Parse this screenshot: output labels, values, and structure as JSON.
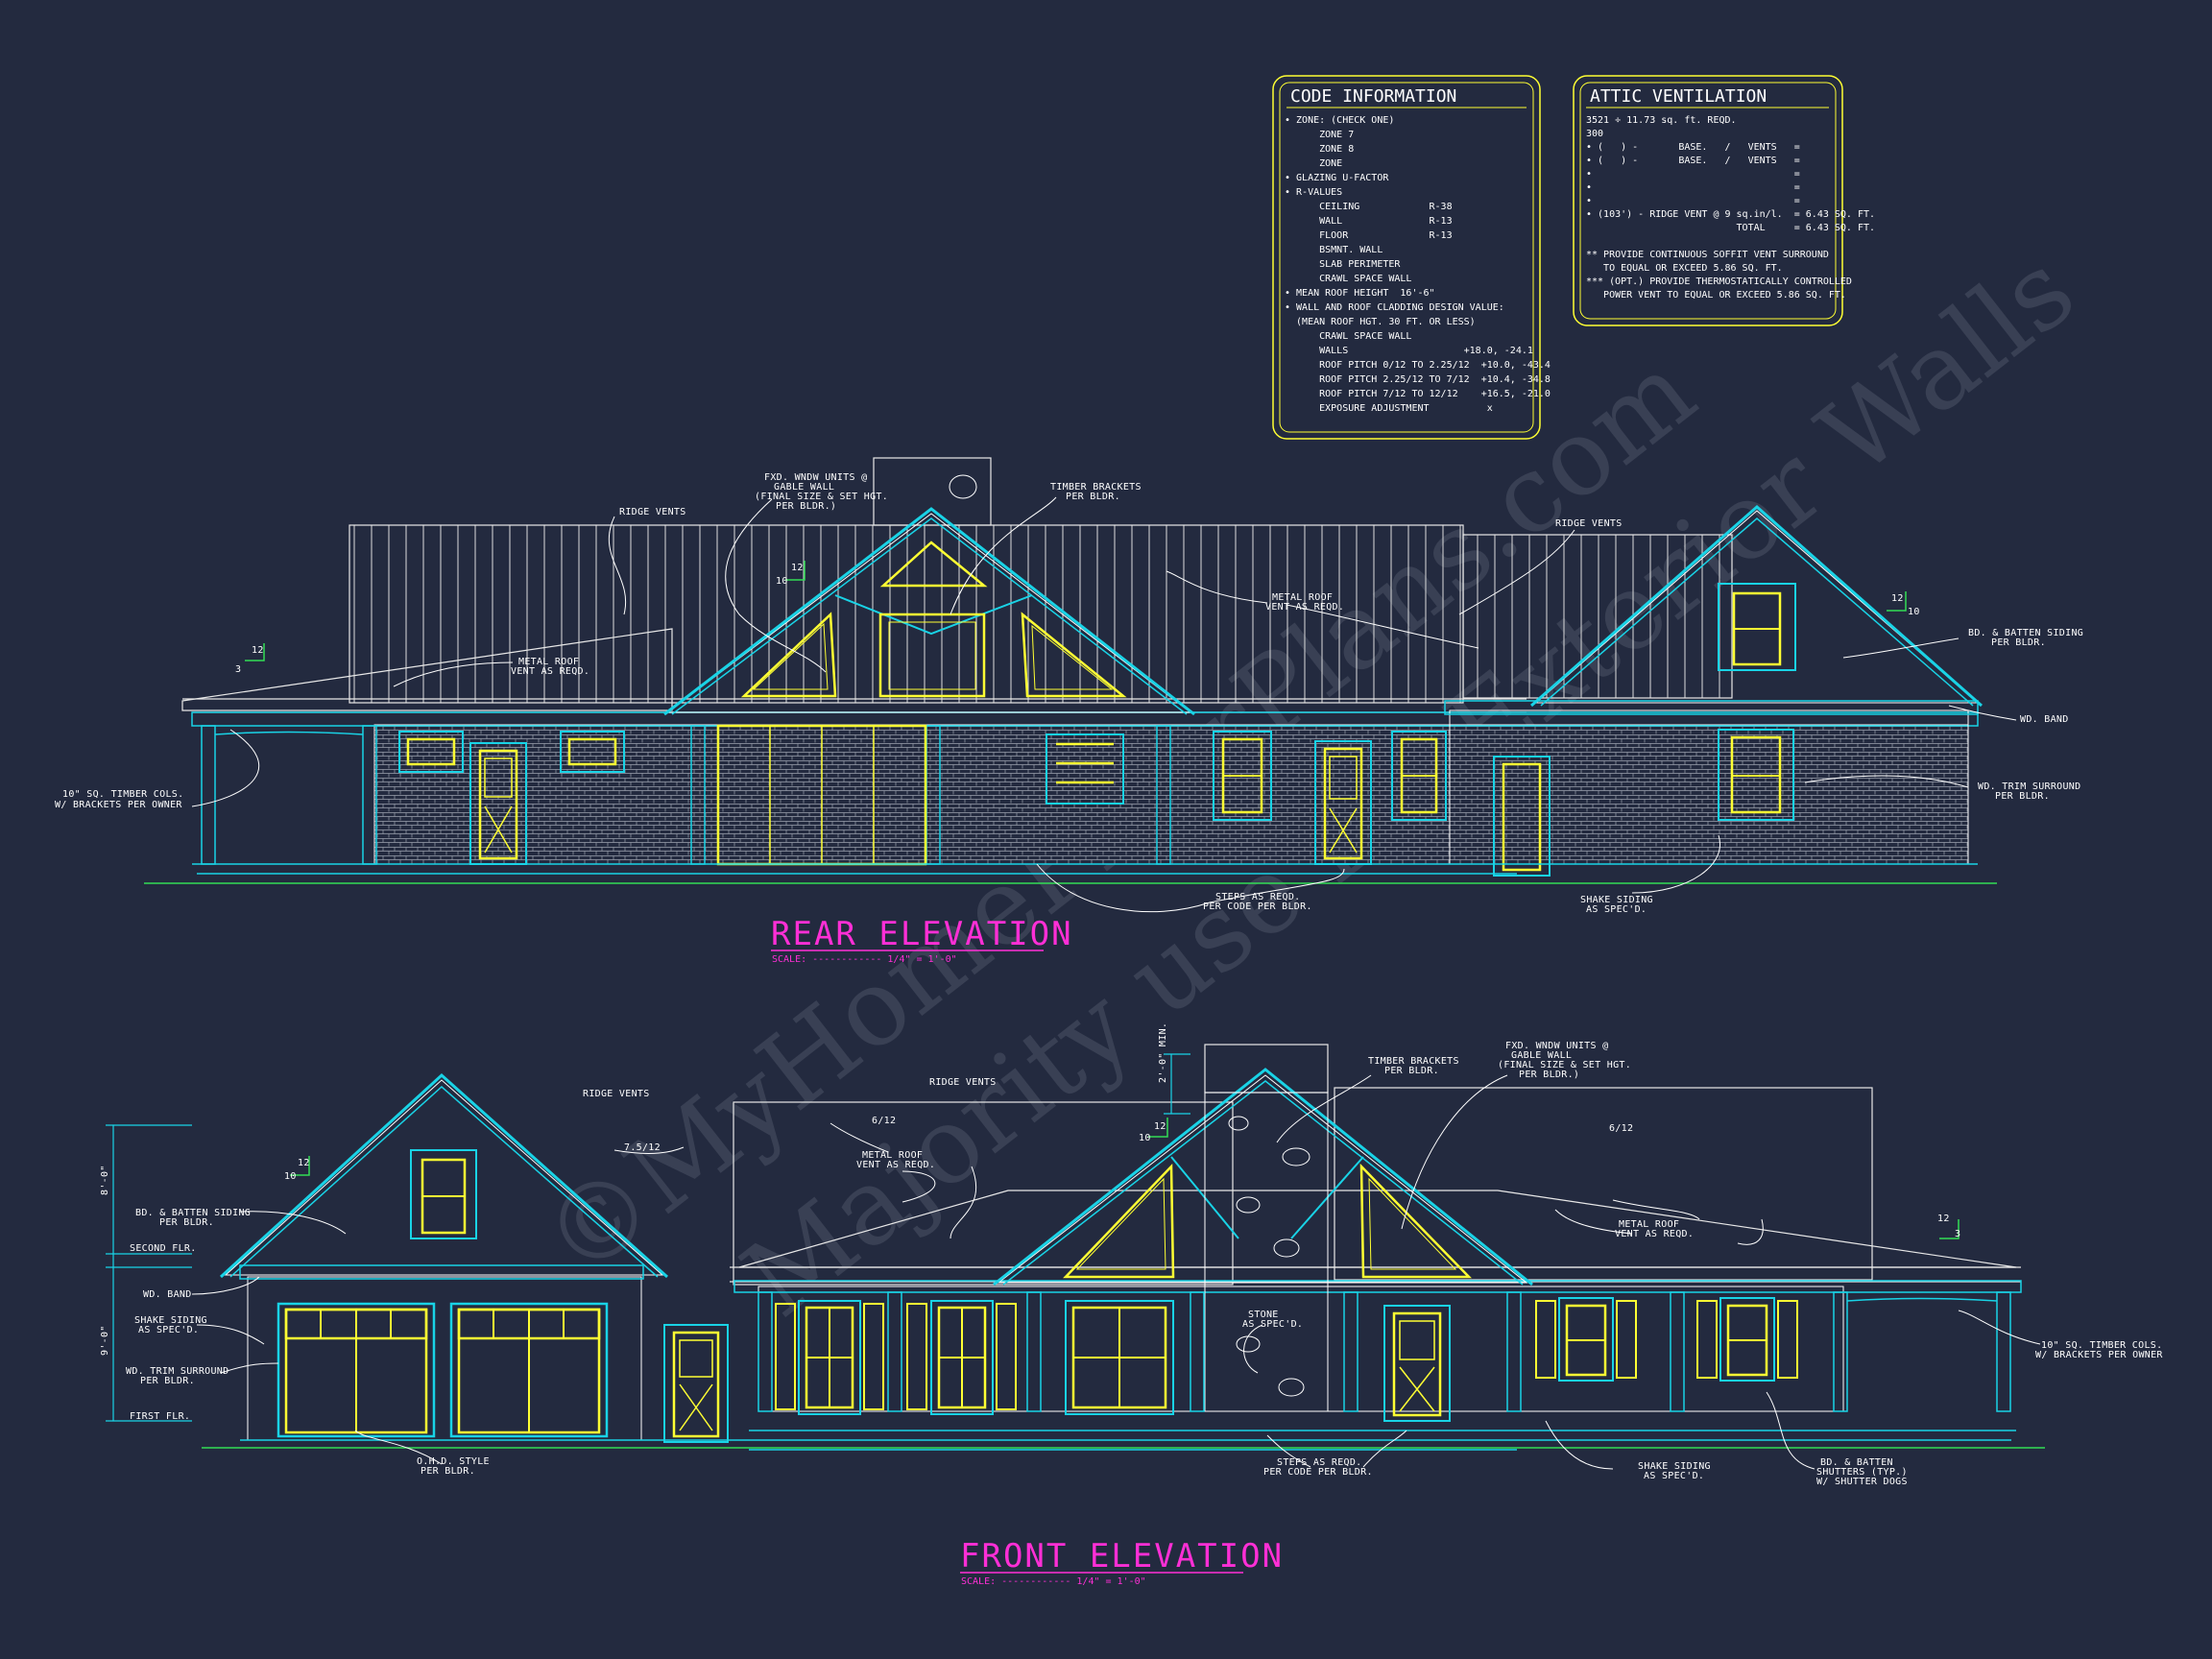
{
  "code_info": {
    "title": "CODE INFORMATION",
    "lines": [
      "• ZONE: (CHECK ONE)",
      "      ZONE 7",
      "      ZONE 8",
      "      ZONE",
      "• GLAZING U-FACTOR",
      "• R-VALUES",
      "      CEILING            R-38",
      "      WALL               R-13",
      "      FLOOR              R-13",
      "      BSMNT. WALL",
      "      SLAB PERIMETER",
      "      CRAWL SPACE WALL",
      "• MEAN ROOF HEIGHT  16'-6\"",
      "• WALL AND ROOF CLADDING DESIGN VALUE:",
      "  (MEAN ROOF HGT. 30 FT. OR LESS)",
      "      CRAWL SPACE WALL",
      "      WALLS                    +18.0, -24.1",
      "      ROOF PITCH 0/12 TO 2.25/12  +10.0, -43.4",
      "      ROOF PITCH 2.25/12 TO 7/12  +10.4, -34.8",
      "      ROOF PITCH 7/12 TO 12/12    +16.5, -21.0",
      "      EXPOSURE ADJUSTMENT          x"
    ]
  },
  "attic": {
    "title": "ATTIC VENTILATION",
    "lines": [
      "3521 ÷ 11.73 sq. ft. REQD.",
      "300",
      "• (   ) -       BASE.   /   VENTS   =",
      "• (   ) -       BASE.   /   VENTS   =",
      "•                                   =",
      "•                                   =",
      "•                                   =",
      "• (103') - RIDGE VENT @ 9 sq.in/l.  = 6.43 SQ. FT.",
      "                          TOTAL     = 6.43 SQ. FT.",
      "",
      "** PROVIDE CONTINUOUS SOFFIT VENT SURROUND",
      "   TO EQUAL OR EXCEED 5.86 SQ. FT.",
      "*** (OPT.) PROVIDE THERMOSTATICALLY CONTROLLED",
      "   POWER VENT TO EQUAL OR EXCEED 5.86 SQ. FT."
    ]
  },
  "rear": {
    "title": "REAR ELEVATION",
    "scale": "SCALE: ------------ 1/4\" = 1'-0\"",
    "pitch_left": [
      "12",
      "3"
    ],
    "pitch_mid": [
      "12",
      "10"
    ],
    "pitch_right": [
      "12",
      "10"
    ],
    "notes": {
      "fxd_wndw": [
        "FXD. WNDW UNITS @",
        "GABLE WALL",
        "(FINAL SIZE & SET HGT.",
        "PER BLDR.)"
      ],
      "timber_brackets": [
        "TIMBER BRACKETS",
        "PER BLDR."
      ],
      "ridge_vents_l": "RIDGE VENTS",
      "ridge_vents_r": "RIDGE VENTS",
      "metal_roof_l": [
        "METAL ROOF",
        "VENT AS REQD."
      ],
      "metal_roof_r": [
        "METAL ROOF",
        "VENT AS REQD."
      ],
      "bd_batten": [
        "BD. & BATTEN SIDING",
        "PER BLDR."
      ],
      "wd_band": "WD. BAND",
      "wd_trim": [
        "WD. TRIM SURROUND",
        "PER BLDR."
      ],
      "timber_cols": [
        "10\" SQ. TIMBER COLS.",
        "W/ BRACKETS PER OWNER"
      ],
      "steps": [
        "STEPS AS REQD.",
        "PER CODE PER BLDR."
      ],
      "shake": [
        "SHAKE SIDING",
        "AS SPEC'D."
      ]
    }
  },
  "front": {
    "title": "FRONT ELEVATION",
    "scale": "SCALE: ------------ 1/4\" = 1'-0\"",
    "pitch_left": [
      "12",
      "10"
    ],
    "pitch_mid": [
      "12",
      "10"
    ],
    "pitch_right": [
      "12",
      "3"
    ],
    "dims": {
      "upper": "8'-0\"",
      "lower": "9'-0\"",
      "chimney": "2'-0\" MIN."
    },
    "levels": {
      "second": "SECOND FLR.",
      "first": "FIRST FLR."
    },
    "notes": {
      "ridge_vents_l": "RIDGE VENTS",
      "ridge_vents_m": "RIDGE VENTS",
      "pitch_75": "7.5/12",
      "pitch_6a": "6/12",
      "pitch_6b": "6/12",
      "metal_roof_l": [
        "METAL ROOF",
        "VENT AS REQD."
      ],
      "metal_roof_r": [
        "METAL ROOF",
        "VENT AS REQD."
      ],
      "timber_brackets": [
        "TIMBER BRACKETS",
        "PER BLDR."
      ],
      "fxd_wndw": [
        "FXD. WNDW UNITS @",
        "GABLE WALL",
        "(FINAL SIZE & SET HGT.",
        "PER BLDR.)"
      ],
      "bd_batten": [
        "BD. & BATTEN SIDING",
        "PER BLDR."
      ],
      "wd_band": "WD. BAND",
      "shake_l": [
        "SHAKE SIDING",
        "AS SPEC'D."
      ],
      "wd_trim": [
        "WD. TRIM SURROUND",
        "PER BLDR."
      ],
      "ohd": [
        "O.H.D. STYLE",
        "PER BLDR."
      ],
      "stone": [
        "STONE",
        "AS SPEC'D."
      ],
      "steps": [
        "STEPS AS REQD.",
        "PER CODE PER BLDR."
      ],
      "shake_r": [
        "SHAKE SIDING",
        "AS SPEC'D."
      ],
      "shutters": [
        "BD. & BATTEN",
        "SHUTTERS (TYP.)",
        "W/ SHUTTER DOGS"
      ],
      "timber_cols": [
        "10\" SQ. TIMBER COLS.",
        "W/ BRACKETS PER OWNER"
      ]
    }
  },
  "watermark": [
    "©MyHomeFloorPlans.com",
    "Majority use for Exterior Walls"
  ],
  "colors": {
    "background": "#232a3f",
    "trim": "#19d3e6",
    "glazing": "#ffff33",
    "title": "#ff2fd6",
    "grade": "#33dd55"
  }
}
